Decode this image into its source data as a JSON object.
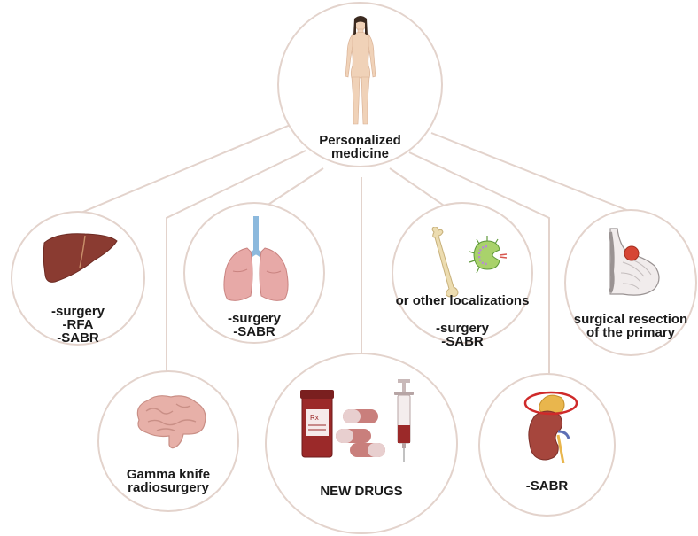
{
  "colors": {
    "connector": "#e3d3cc",
    "text": "#1a1a1a",
    "liver": "#8a3b31",
    "lung": "#e7a9a7",
    "trachea": "#8cb9dd",
    "brain": "#e7b0a8",
    "drug_bottle": "#9b2929",
    "pill": "#c97f7c",
    "kidney": "#a6463d",
    "adrenal": "#e9b64d",
    "tumor": "#d64534",
    "highlight_ring": "#cf2a2a"
  },
  "center": {
    "icon": "female-body-icon",
    "label_lines": [
      "Personalized",
      "medicine"
    ]
  },
  "nodes": {
    "liver": {
      "icon": "liver-icon",
      "lines": [
        "-surgery",
        "-RFA",
        "-SABR"
      ]
    },
    "brain": {
      "icon": "brain-icon",
      "lines": [
        "Gamma knife",
        "radiosurgery"
      ]
    },
    "lung": {
      "icon": "lungs-icon",
      "lines": [
        "-surgery",
        "-SABR"
      ]
    },
    "drugs": {
      "icon": "drugs-icon",
      "lines": [
        "NEW DRUGS"
      ]
    },
    "bone": {
      "icon": "bone-lymph-node-icon",
      "title": "or other localizations",
      "lines": [
        "-surgery",
        "-SABR"
      ]
    },
    "adrenal": {
      "icon": "adrenal-kidney-icon",
      "lines": [
        "-SABR"
      ]
    },
    "breast": {
      "icon": "breast-tumor-icon",
      "lines": [
        "surgical resection",
        "of the primary"
      ]
    }
  }
}
